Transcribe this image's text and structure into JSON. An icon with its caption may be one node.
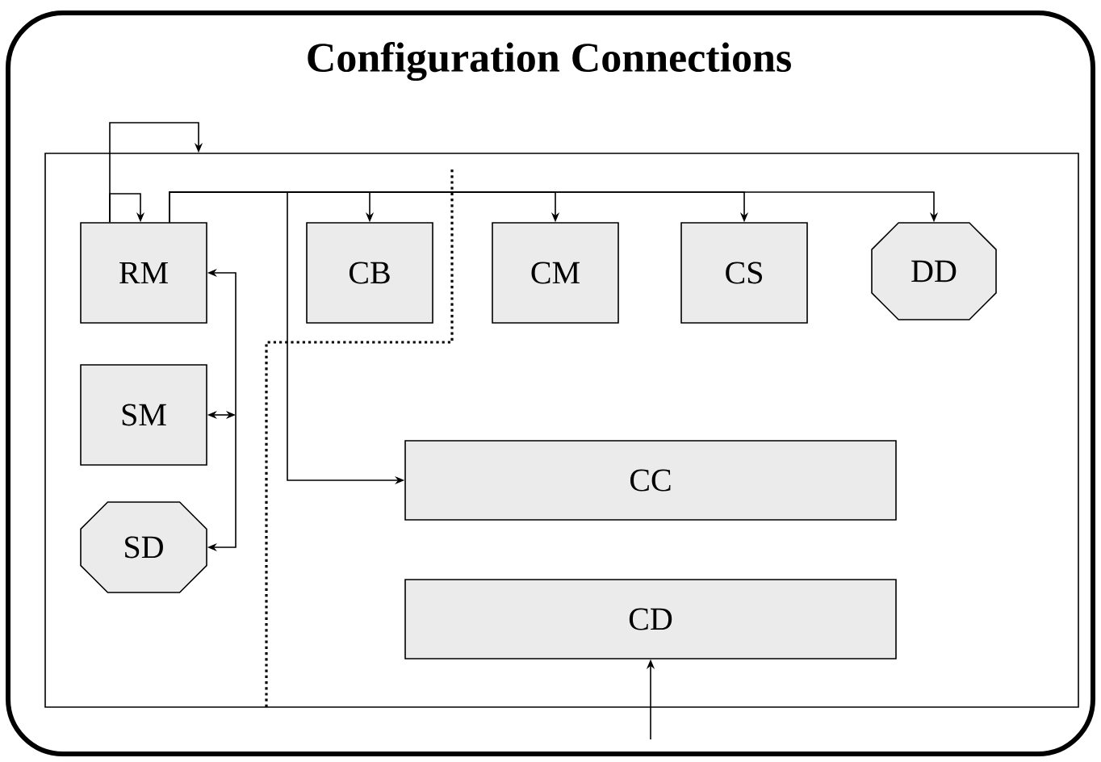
{
  "diagram": {
    "title": "Configuration Connections",
    "nodes": [
      {
        "text": [],
        "shape": "box"
      },
      {
        "text": [
          "RM"
        ],
        "in": 0
      },
      {
        "text": [
          "CB"
        ],
        "in": 0
      },
      {
        "text": [
          "CM"
        ],
        "in": 0
      },
      {
        "text": [
          "CS"
        ],
        "in": 0
      },
      {
        "text": [
          "DD"
        ],
        "in": 0
      },
      {
        "text": [
          "SM"
        ],
        "in": 0
      },
      {
        "text": [
          "SD"
        ],
        "in": 0
      },
      {
        "text": [
          "CC"
        ],
        "in": 0
      },
      {
        "text": [
          "CD"
        ],
        "in": 0
      }
    ],
    "edges": [
      {
        "from": 1,
        "to": 0,
        "arrow": "to"
      },
      {
        "from": 1,
        "to": 1,
        "arrow": "to"
      },
      {
        "from": 1,
        "to": 2,
        "arrow": "to"
      },
      {
        "from": 1,
        "to": 3,
        "arrow": "to"
      },
      {
        "from": 1,
        "to": 4,
        "arrow": "to"
      },
      {
        "from": 1,
        "to": 5,
        "arrow": "to"
      },
      {
        "from": 1,
        "to": 8,
        "arrow": "to"
      },
      {
        "from": 1,
        "to": 7,
        "arrow": "both"
      },
      {
        "from": null,
        "to": 6,
        "arrow": "both"
      },
      {
        "from": null,
        "to": 9,
        "arrow": "to"
      }
    ]
  }
}
